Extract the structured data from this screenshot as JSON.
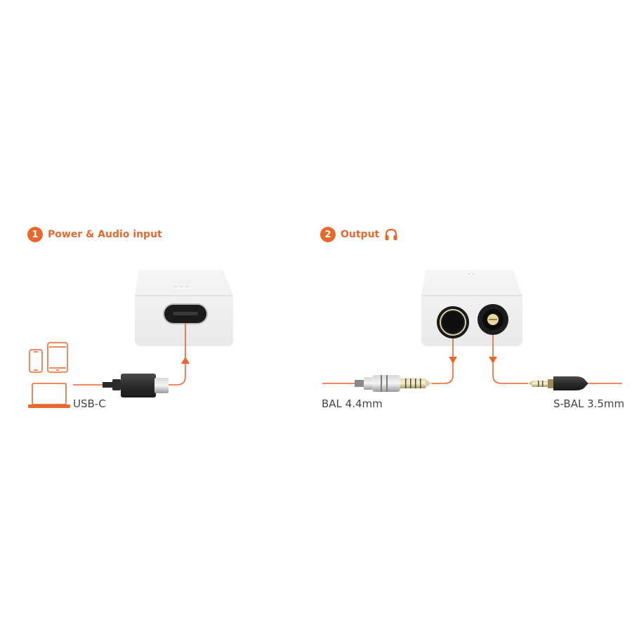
{
  "colors": {
    "accent": "#e8672a",
    "device_body": "#efefef",
    "label_text": "#444444"
  },
  "section_input": {
    "step": "1",
    "title": "Power & Audio input",
    "connector_label": "USB-C",
    "sources": [
      "phone-icon",
      "tablet-icon",
      "laptop-icon"
    ]
  },
  "section_output": {
    "step": "2",
    "title": "Output",
    "title_icon": "headphones-icon",
    "left_label": "BAL 4.4mm",
    "right_label": "S-BAL 3.5mm"
  }
}
